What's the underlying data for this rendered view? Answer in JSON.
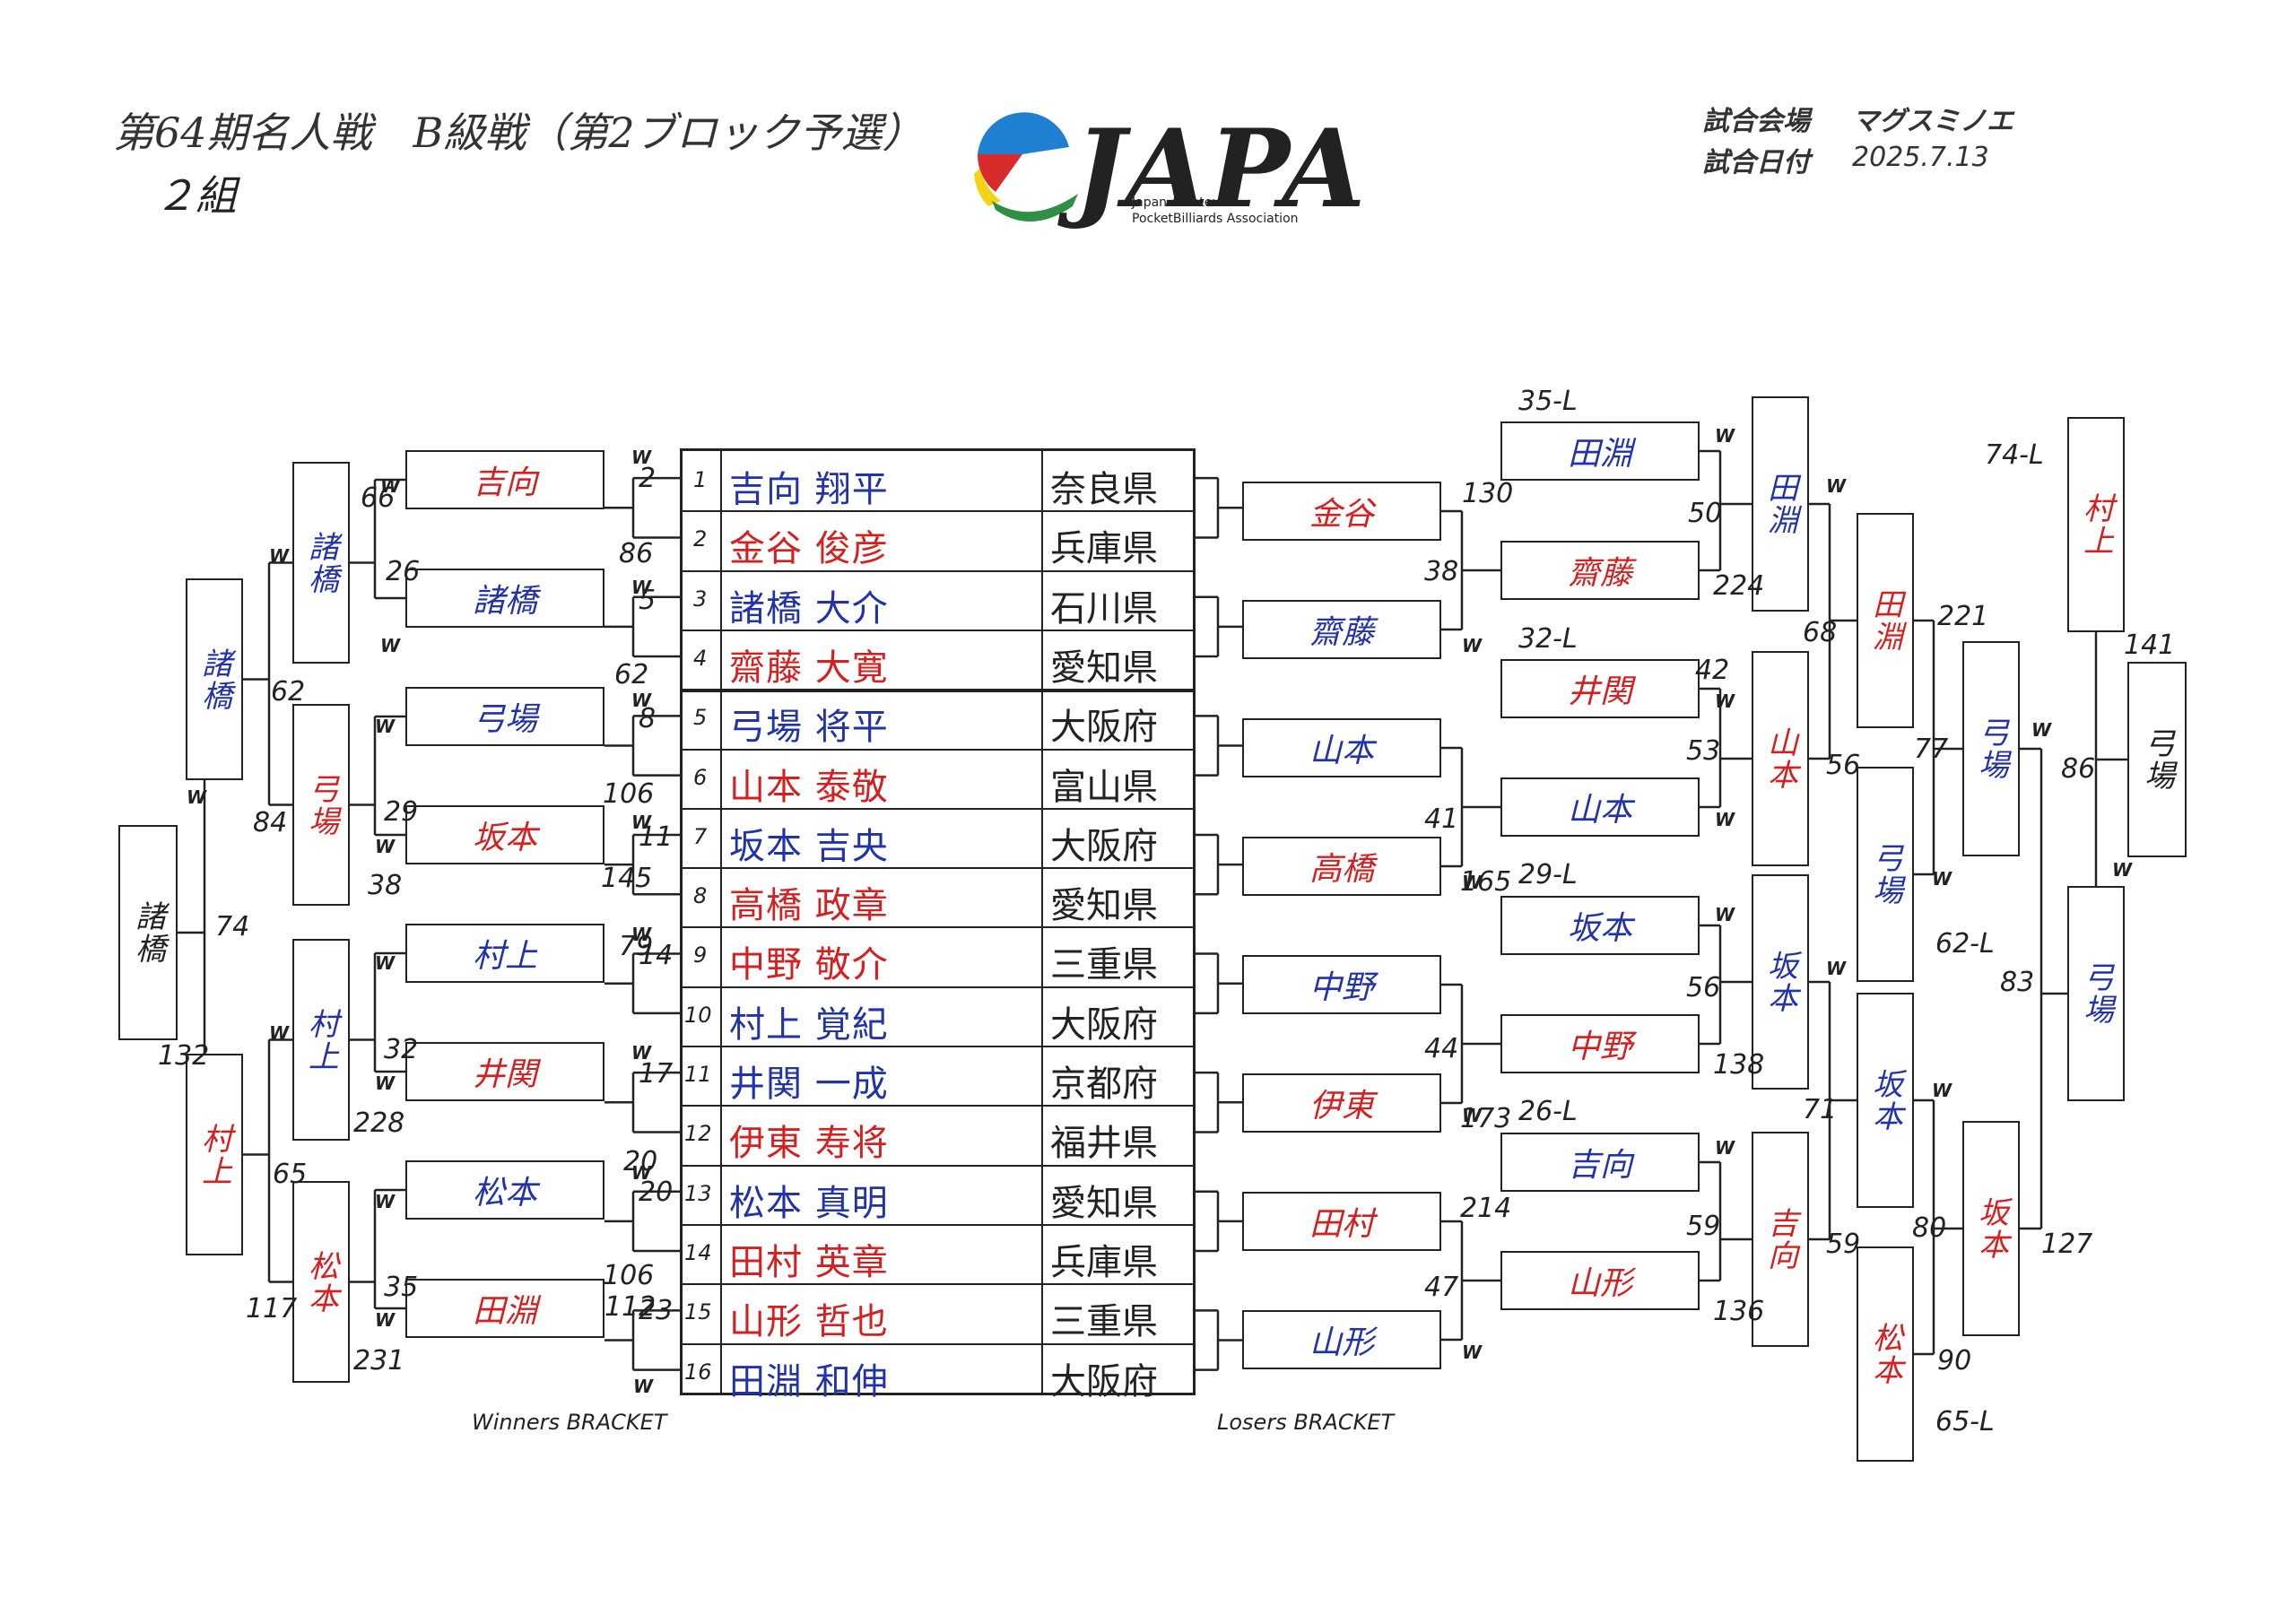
{
  "header": {
    "title": "第64期名人戦　B級戦（第2ブロック予選）",
    "group": "２組",
    "venue_label": "試合会場",
    "venue_value": "マグスミノエ",
    "date_label": "試合日付",
    "date_value": "2025.7.13"
  },
  "logo": {
    "text": "JAPA",
    "sub1": "Japan Amateur",
    "sub2": "PocketBilliards Association"
  },
  "colors": {
    "red": "#d42020",
    "blue": "#2233aa",
    "black": "#222222"
  },
  "entries": [
    {
      "seed": "1",
      "name": "吉向 翔平",
      "pref": "奈良県",
      "color": "blue"
    },
    {
      "seed": "2",
      "name": "金谷 俊彦",
      "pref": "兵庫県",
      "color": "red"
    },
    {
      "seed": "3",
      "name": "諸橋 大介",
      "pref": "石川県",
      "color": "blue"
    },
    {
      "seed": "4",
      "name": "齋藤 大寛",
      "pref": "愛知県",
      "color": "red"
    },
    {
      "seed": "5",
      "name": "弓場 将平",
      "pref": "大阪府",
      "color": "blue"
    },
    {
      "seed": "6",
      "name": "山本 泰敬",
      "pref": "富山県",
      "color": "red"
    },
    {
      "seed": "7",
      "name": "坂本 吉央",
      "pref": "大阪府",
      "color": "blue"
    },
    {
      "seed": "8",
      "name": "高橋 政章",
      "pref": "愛知県",
      "color": "red"
    },
    {
      "seed": "9",
      "name": "中野 敬介",
      "pref": "三重県",
      "color": "red"
    },
    {
      "seed": "10",
      "name": "村上 覚紀",
      "pref": "大阪府",
      "color": "blue"
    },
    {
      "seed": "11",
      "name": "井関 一成",
      "pref": "京都府",
      "color": "blue"
    },
    {
      "seed": "12",
      "name": "伊東 寿将",
      "pref": "福井県",
      "color": "red"
    },
    {
      "seed": "13",
      "name": "松本 真明",
      "pref": "愛知県",
      "color": "blue"
    },
    {
      "seed": "14",
      "name": "田村 英章",
      "pref": "兵庫県",
      "color": "red"
    },
    {
      "seed": "15",
      "name": "山形 哲也",
      "pref": "三重県",
      "color": "red"
    },
    {
      "seed": "16",
      "name": "田淵 和伸",
      "pref": "大阪府",
      "color": "blue"
    }
  ],
  "winners": {
    "caption": "Winners BRACKET",
    "r1": [
      {
        "name": "吉向",
        "color": "red"
      },
      {
        "name": "諸橋",
        "color": "blue"
      },
      {
        "name": "弓場",
        "color": "blue"
      },
      {
        "name": "坂本",
        "color": "red"
      },
      {
        "name": "村上",
        "color": "blue"
      },
      {
        "name": "井関",
        "color": "red"
      },
      {
        "name": "松本",
        "color": "blue"
      },
      {
        "name": "田淵",
        "color": "red"
      }
    ],
    "r2": [
      {
        "name": "諸橋",
        "color": "blue"
      },
      {
        "name": "弓場",
        "color": "red"
      },
      {
        "name": "村上",
        "color": "blue"
      },
      {
        "name": "松本",
        "color": "red"
      }
    ],
    "r3": [
      {
        "name": "諸橋",
        "color": "blue"
      },
      {
        "name": "村上",
        "color": "red"
      }
    ],
    "final": {
      "name": "諸橋",
      "color": "black"
    },
    "match_numbers": [
      "2",
      "5",
      "8",
      "11",
      "14",
      "17",
      "20",
      "23"
    ],
    "scores": [
      "66",
      "26",
      "86",
      "62",
      "106",
      "145",
      "79",
      "20",
      "106",
      "112",
      "29",
      "38",
      "32",
      "228",
      "35",
      "231",
      "62",
      "84",
      "65",
      "117",
      "74",
      "132"
    ]
  },
  "losers": {
    "caption": "Losers BRACKET",
    "r1": [
      {
        "name": "金谷",
        "color": "red"
      },
      {
        "name": "齋藤",
        "color": "blue"
      },
      {
        "name": "山本",
        "color": "blue"
      },
      {
        "name": "高橋",
        "color": "red"
      },
      {
        "name": "中野",
        "color": "blue"
      },
      {
        "name": "伊東",
        "color": "red"
      },
      {
        "name": "田村",
        "color": "red"
      },
      {
        "name": "山形",
        "color": "blue"
      }
    ],
    "r2": [
      {
        "name": "田淵",
        "color": "blue"
      },
      {
        "name": "齋藤",
        "color": "red"
      },
      {
        "name": "井関",
        "color": "red"
      },
      {
        "name": "山本",
        "color": "blue"
      },
      {
        "name": "坂本",
        "color": "blue"
      },
      {
        "name": "中野",
        "color": "red"
      },
      {
        "name": "吉向",
        "color": "blue"
      },
      {
        "name": "山形",
        "color": "red"
      }
    ],
    "r3": [
      {
        "name": "田淵",
        "color": "blue"
      },
      {
        "name": "山本",
        "color": "red"
      },
      {
        "name": "坂本",
        "color": "blue"
      },
      {
        "name": "吉向",
        "color": "red"
      }
    ],
    "r4": [
      {
        "name": "田淵",
        "color": "red"
      },
      {
        "name": "弓場",
        "color": "blue"
      },
      {
        "name": "坂本",
        "color": "blue"
      },
      {
        "name": "松本",
        "color": "red"
      }
    ],
    "r5": [
      {
        "name": "弓場",
        "color": "blue"
      },
      {
        "name": "坂本",
        "color": "red"
      }
    ],
    "r6": [
      {
        "name": "村上",
        "color": "red"
      },
      {
        "name": "弓場",
        "color": "blue"
      }
    ],
    "final": {
      "name": "弓場",
      "color": "black"
    },
    "drop_labels": [
      "35-L",
      "32-L",
      "29-L",
      "26-L",
      "74-L",
      "62-L",
      "65-L"
    ],
    "scores": [
      "130",
      "38",
      "41",
      "165",
      "44",
      "173",
      "214",
      "47",
      "50",
      "224",
      "42",
      "53",
      "56",
      "138",
      "59",
      "136",
      "68",
      "56",
      "71",
      "59",
      "221",
      "77",
      "80",
      "90",
      "141",
      "86",
      "83",
      "127"
    ]
  }
}
